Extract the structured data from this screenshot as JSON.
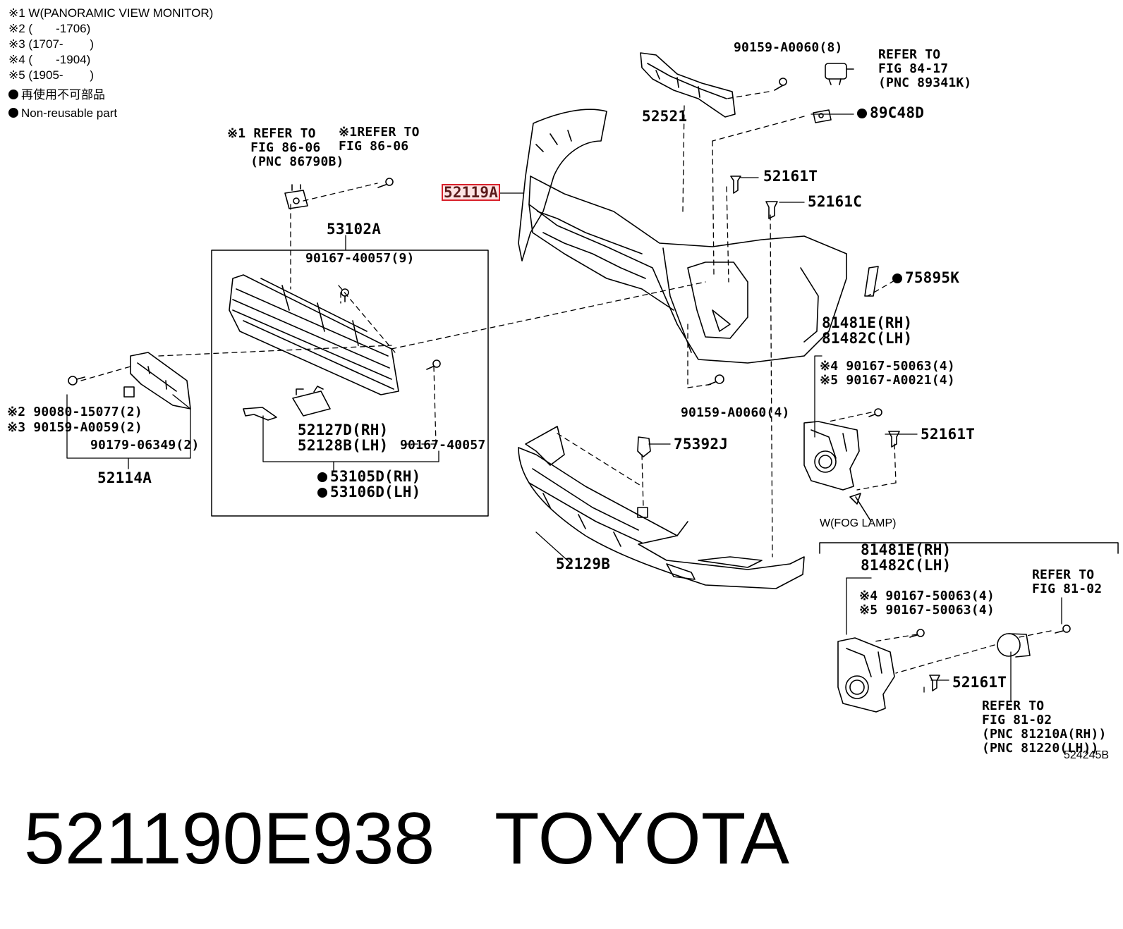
{
  "notes": [
    "※1 W(PANORAMIC VIEW MONITOR)",
    "※2 (       -1706)",
    "※3 (1707-        )",
    "※4 (       -1904)",
    "※5 (1905-        )",
    "再使用不可部品",
    "Non-reusable part"
  ],
  "parts": {
    "p90159_top": "90159-A0060(8)",
    "refer_8417": "REFER TO\nFIG 84-17\n(PNC 89341K)",
    "p52521": "52521",
    "p89C48D": "89C48D",
    "refer_8606_a": "※1 REFER TO\n   FIG 86-06\n   (PNC 86790B)",
    "refer_8606_b": "※1REFER TO\nFIG 86-06",
    "p52119A": "52119A",
    "p52161T_top": "52161T",
    "p52161C": "52161C",
    "p53102A": "53102A",
    "p90167_9": "90167-40057(9)",
    "p75895K": "75895K",
    "p81481E_a": "81481E(RH)",
    "p81482C_a": "81482C(LH)",
    "p90167_50063_a": "※4 90167-50063(4)",
    "p90167_A0021": "※5 90167-A0021(4)",
    "p90080": "※2 90080-15077(2)",
    "p90159_A0059": "※3 90159-A0059(2)",
    "p90179": "90179-06349(2)",
    "p52114A": "52114A",
    "p52127D": "52127D(RH)",
    "p52128B": "52128B(LH)",
    "p90167_single": "90167-40057",
    "p53105D": "53105D(RH)",
    "p53106D": "53106D(LH)",
    "p90159_4": "90159-A0060(4)",
    "p52161T_mid": "52161T",
    "p75392J": "75392J",
    "p52129B": "52129B",
    "fog_title": "W(FOG LAMP)",
    "p81481E_b": "81481E(RH)",
    "p81482C_b": "81482C(LH)",
    "p90167_50063_b": "※4 90167-50063(4)",
    "p90167_50063_c": "※5 90167-50063(4)",
    "refer_8102_a": "REFER TO\nFIG 81-02",
    "p52161T_bot": "52161T",
    "refer_8102_b": "REFER TO\nFIG 81-02\n(PNC 81210A(RH))\n(PNC 81220(LH))"
  },
  "figure_id": "524245B",
  "footer": {
    "part_number": "521190E938",
    "brand": "TOYOTA",
    "text": "521190E938   TOYOTA"
  },
  "colors": {
    "highlight_outline": "#d8202a",
    "highlight_fill": "#fde3e3",
    "ink": "#000000"
  }
}
